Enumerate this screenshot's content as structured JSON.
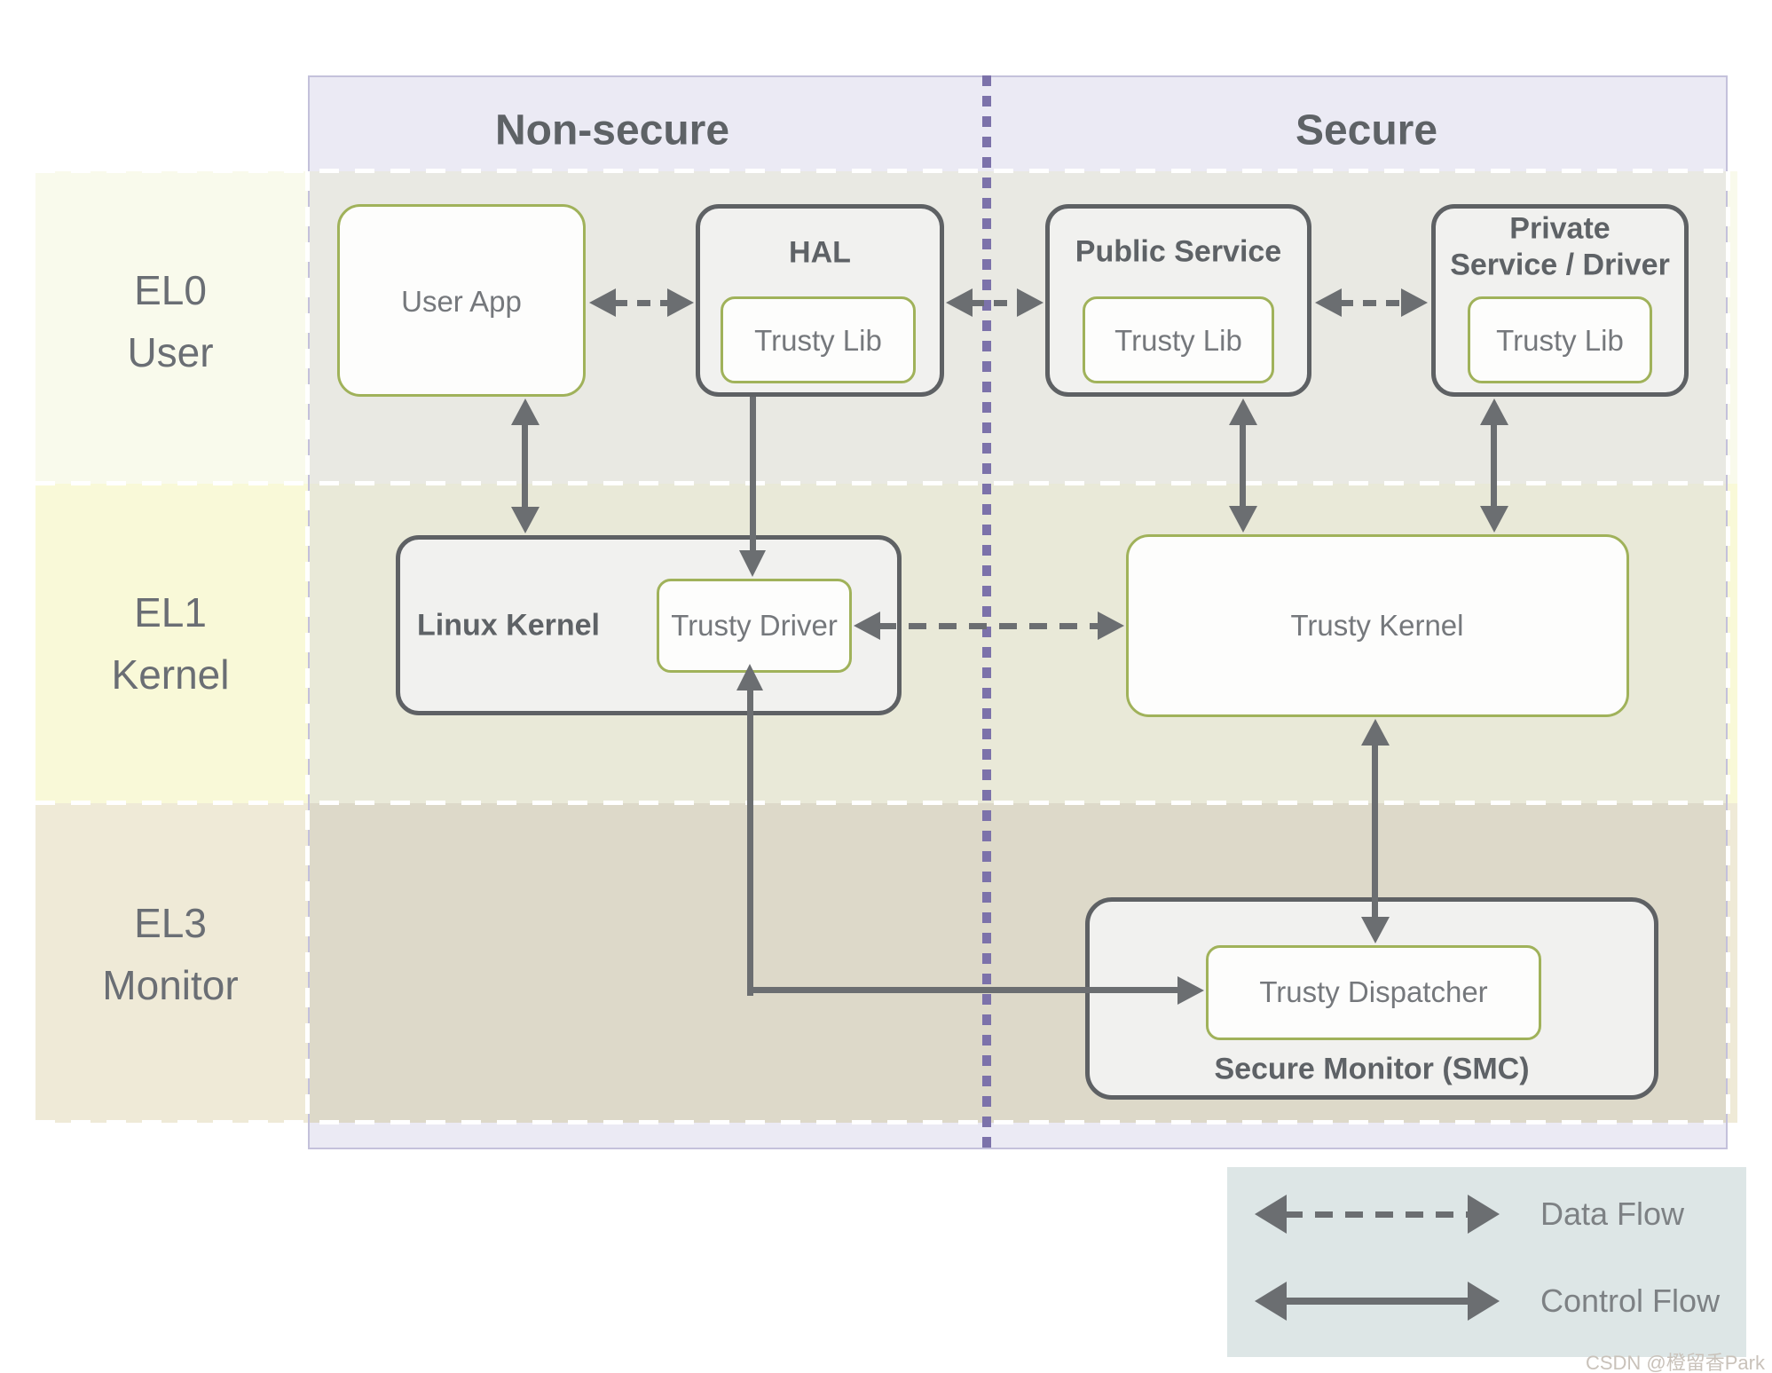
{
  "headers": {
    "non_secure": "Non-secure",
    "secure": "Secure"
  },
  "rows": [
    {
      "id": "el0",
      "line1": "EL0",
      "line2": "User"
    },
    {
      "id": "el1",
      "line1": "EL1",
      "line2": "Kernel"
    },
    {
      "id": "el3",
      "line1": "EL3",
      "line2": "Monitor"
    }
  ],
  "boxes": {
    "user_app": {
      "label": "User App"
    },
    "hal": {
      "title": "HAL",
      "lib": "Trusty Lib"
    },
    "public_service": {
      "title": "Public Service",
      "lib": "Trusty Lib"
    },
    "private_service": {
      "title_line1": "Private",
      "title_line2": "Service / Driver",
      "lib": "Trusty Lib"
    },
    "linux_kernel": {
      "title": "Linux Kernel",
      "driver": "Trusty Driver"
    },
    "trusty_kernel": {
      "label": "Trusty Kernel"
    },
    "secure_monitor": {
      "title": "Secure Monitor (SMC)",
      "dispatcher": "Trusty Dispatcher"
    }
  },
  "legend": {
    "data_flow": "Data Flow",
    "control_flow": "Control Flow"
  },
  "watermark": "CSDN @橙留香Park",
  "colors": {
    "accent_green": "#a0b25a",
    "box_border_gray": "#5e6164",
    "arrow_gray": "#6b6e71",
    "divider_purple": "#7c72aa",
    "panel_lavender": "#ebeaf4",
    "band_el0_outside": "#f9faec",
    "band_el0_inside": "#e9e9e3",
    "band_el1_outside": "#f9f9d8",
    "band_el1_inside": "#e9e9d8",
    "band_el3_outside": "#efead7",
    "band_el3_inside": "#ddd9c9",
    "legend_bg": "#dde6e6"
  }
}
